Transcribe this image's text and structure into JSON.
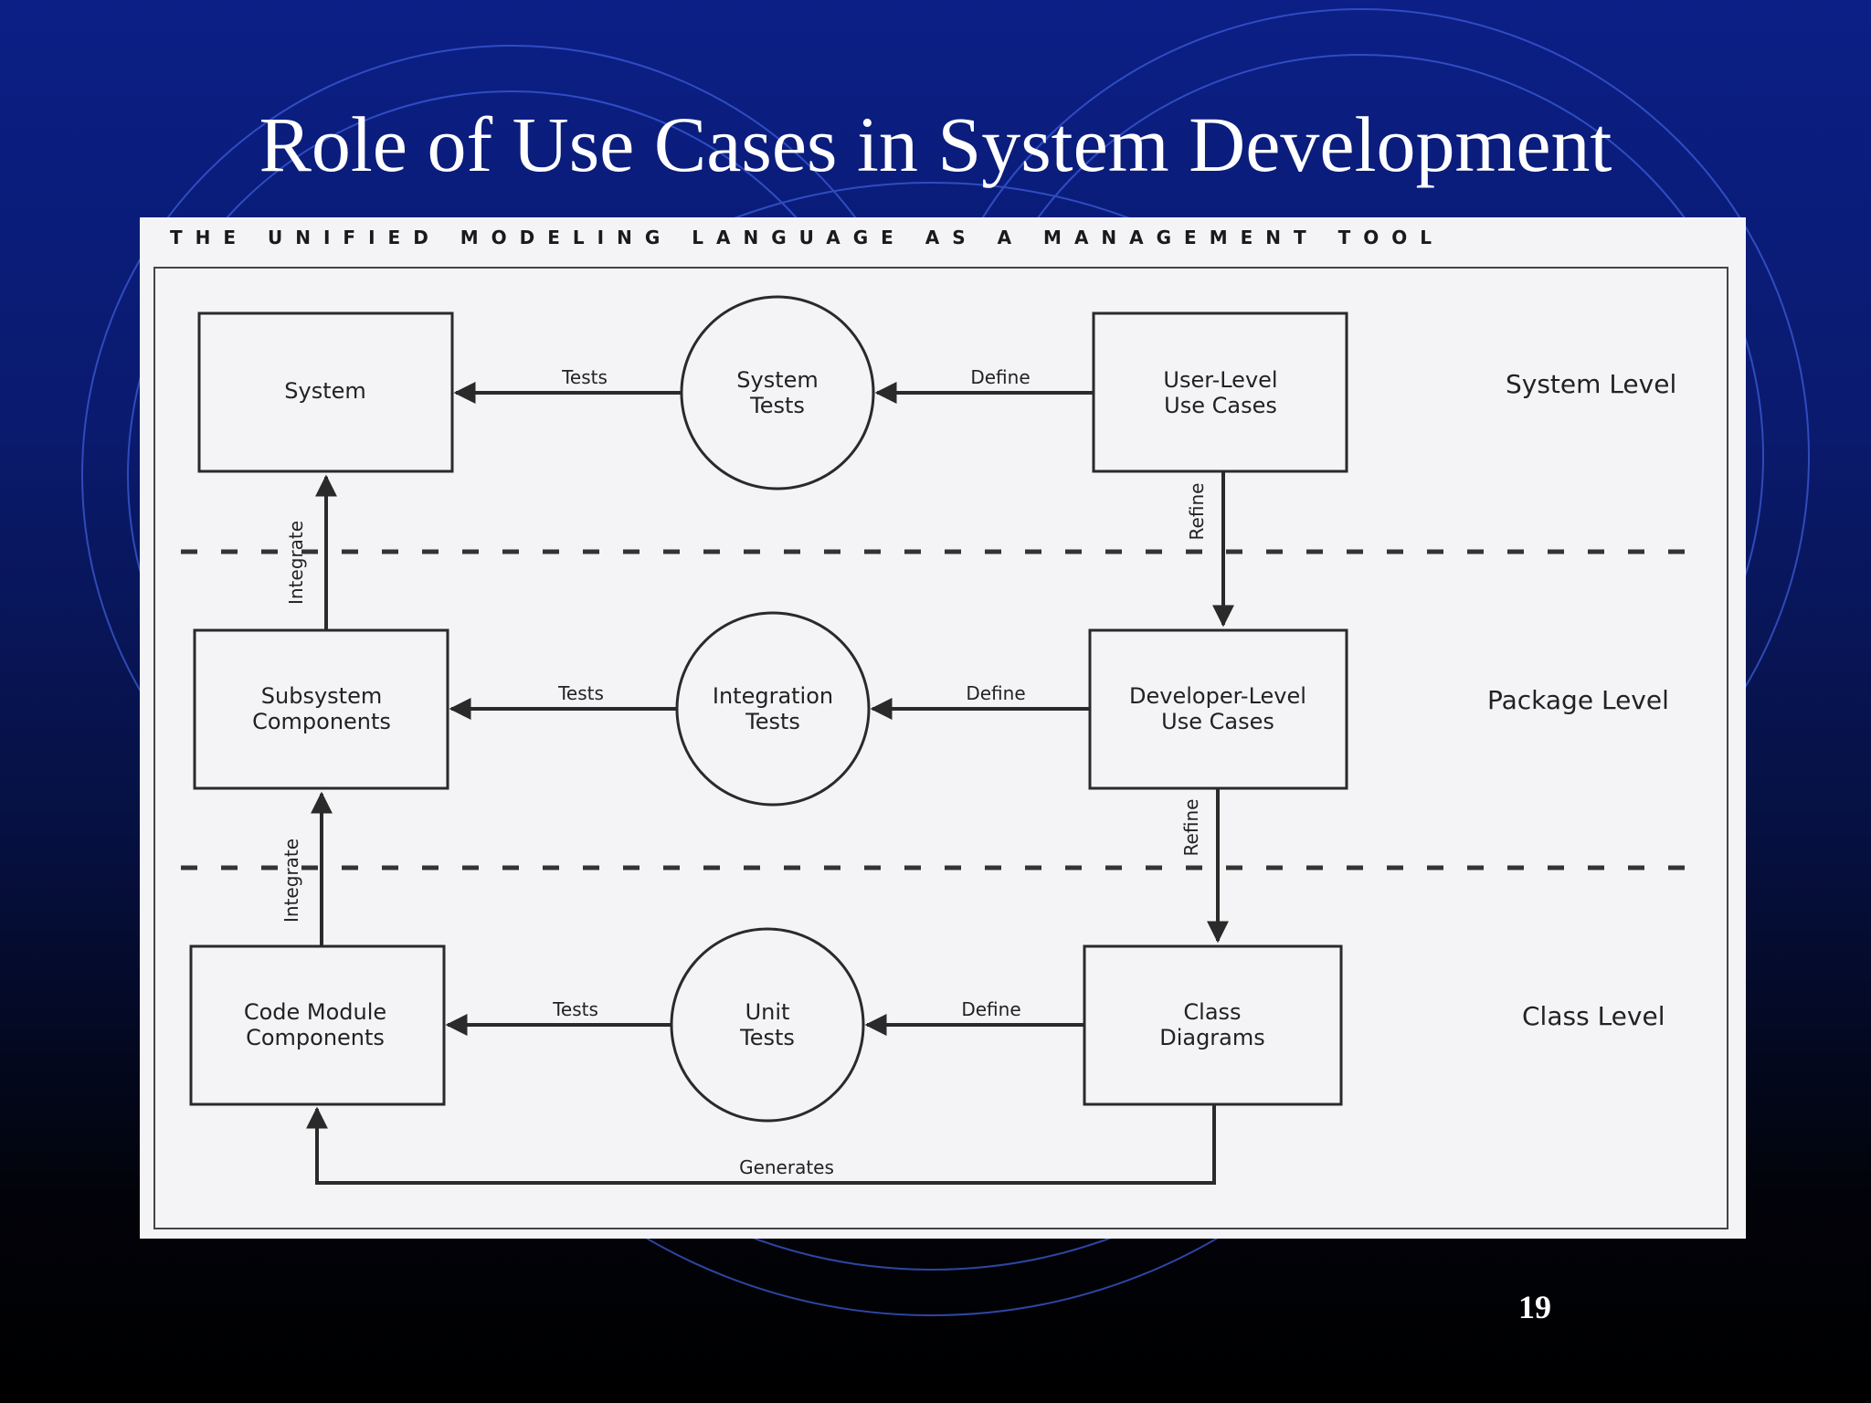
{
  "slide": {
    "title": "Role of Use Cases in System Development",
    "page_number": "19"
  },
  "diagram": {
    "header": "THE UNIFIED MODELING LANGUAGE AS A MANAGEMENT TOOL",
    "nodes": {
      "system": [
        "System"
      ],
      "system_tests": [
        "System",
        "Tests"
      ],
      "user_level_use_cases": [
        "User-Level",
        "Use Cases"
      ],
      "subsystem_components": [
        "Subsystem",
        "Components"
      ],
      "integration_tests": [
        "Integration",
        "Tests"
      ],
      "developer_level_use_cases": [
        "Developer-Level",
        "Use Cases"
      ],
      "code_module_components": [
        "Code Module",
        "Components"
      ],
      "unit_tests": [
        "Unit",
        "Tests"
      ],
      "class_diagrams": [
        "Class",
        "Diagrams"
      ]
    },
    "edges": {
      "tests": "Tests",
      "define": "Define",
      "refine": "Refine",
      "integrate": "Integrate",
      "generates": "Generates"
    },
    "levels": {
      "system": "System Level",
      "package": "Package Level",
      "class": "Class Level"
    }
  }
}
